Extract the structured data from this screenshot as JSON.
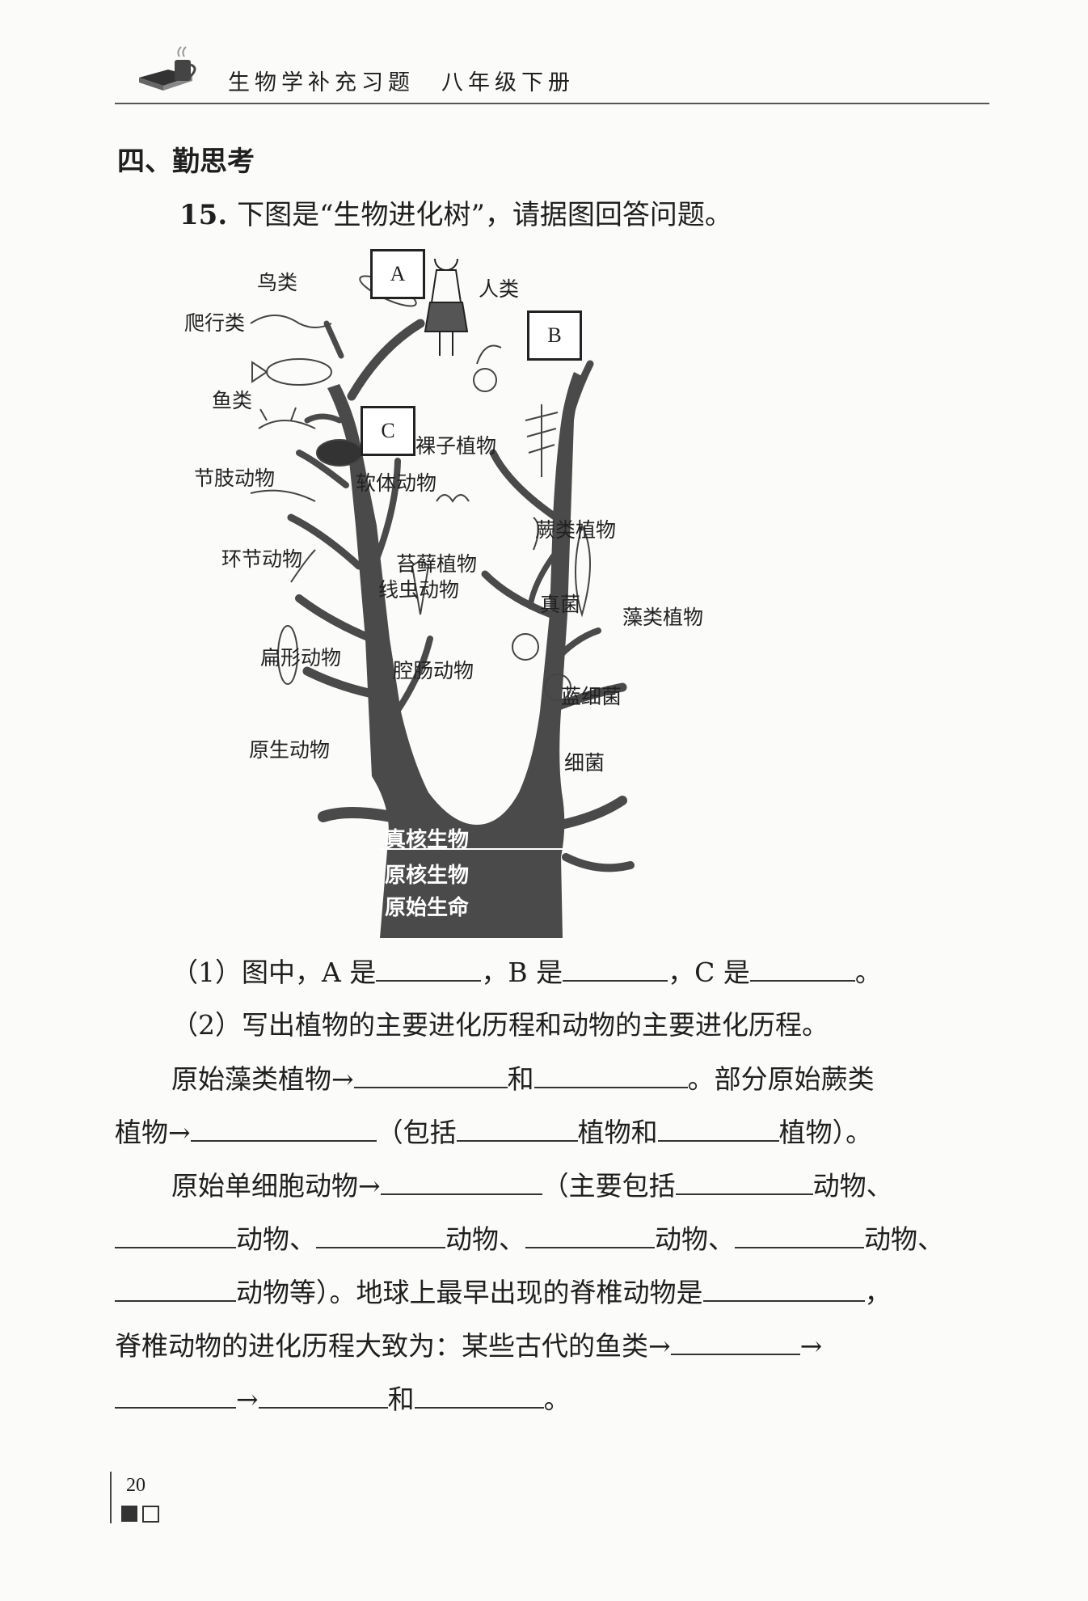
{
  "header": {
    "title": "生物学补充习题　八年级下册"
  },
  "section": {
    "heading": "四、勤思考"
  },
  "question": {
    "number": "15.",
    "text": "下图是“生物进化树”，请据图回答问题。"
  },
  "diagram": {
    "boxes": {
      "a": "A",
      "b": "B",
      "c": "C"
    },
    "labels": {
      "human": "人类",
      "birds": "鸟类",
      "reptiles": "爬行类",
      "fish": "鱼类",
      "arthropods": "节肢动物",
      "mollusks": "软体动物",
      "annelids": "环节动物",
      "nematodes": "线虫动物",
      "flatworms": "扁形动物",
      "cnidarians": "腔肠动物",
      "protozoa": "原生动物",
      "gymnosperms": "裸子植物",
      "ferns": "蕨类植物",
      "mosses": "苔藓植物",
      "fungi": "真菌",
      "algae": "藻类植物",
      "cyanobacteria": "蓝细菌",
      "bacteria": "细菌",
      "eukaryotes": "真核生物",
      "prokaryotes": "原核生物",
      "primitive_life": "原始生命"
    }
  },
  "lines": {
    "l1a": "（1）图中，A 是",
    "l1b": "，B 是",
    "l1c": "，C 是",
    "l1d": "。",
    "l2": "（2）写出植物的主要进化历程和动物的主要进化历程。",
    "l3a": "原始藻类植物→",
    "l3b": "和",
    "l3c": "。部分原始蕨类",
    "l4a": "植物→",
    "l4b": "（包括",
    "l4c": "植物和",
    "l4d": "植物）。",
    "l5a": "原始单细胞动物→",
    "l5b": "（主要包括",
    "l5c": "动物、",
    "l6a": "动物、",
    "l6b": "动物、",
    "l6c": "动物、",
    "l6d": "动物、",
    "l7a": "动物等）。地球上最早出现的脊椎动物是",
    "l7b": "，",
    "l8a": "脊椎动物的进化历程大致为：某些古代的鱼类→",
    "l8b": "→",
    "l9a": "→",
    "l9b": "和",
    "l9c": "。"
  },
  "footer": {
    "page_number": "20"
  }
}
